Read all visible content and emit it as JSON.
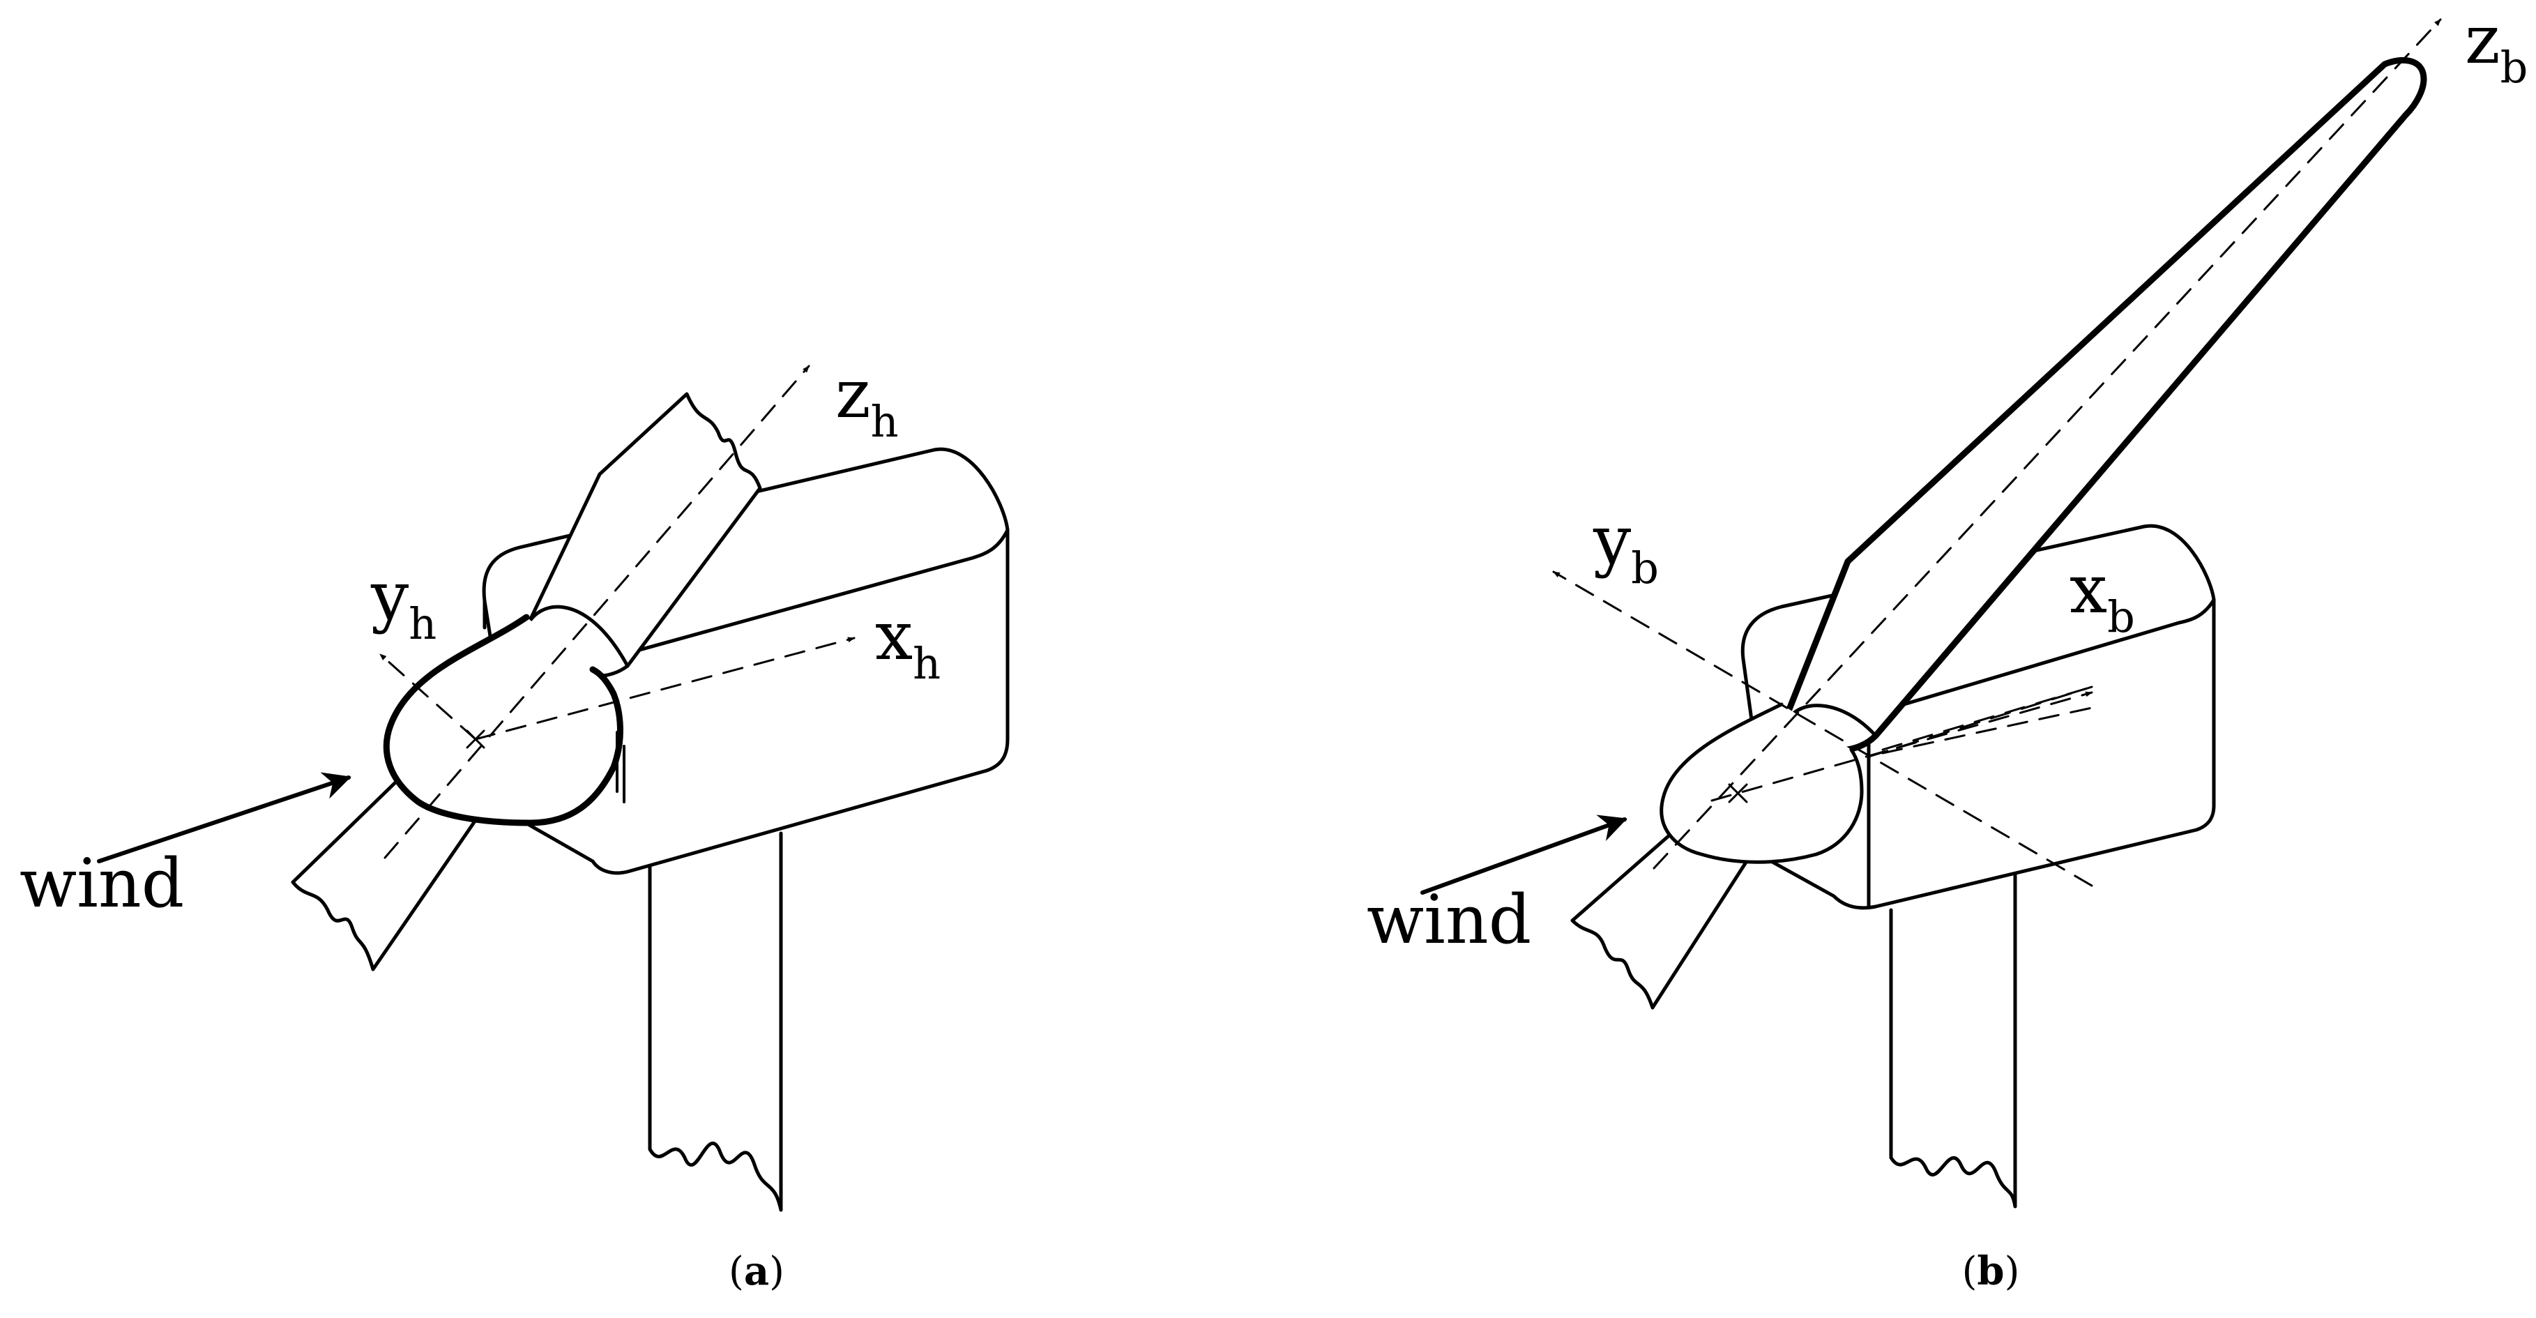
{
  "panels": [
    {
      "id": "a",
      "caption_letter": "a",
      "labels": {
        "wind": "wind",
        "x_axis": {
          "base": "x",
          "sub": "h"
        },
        "y_axis": {
          "base": "y",
          "sub": "h"
        },
        "z_axis": {
          "base": "z",
          "sub": "h"
        }
      }
    },
    {
      "id": "b",
      "caption_letter": "b",
      "labels": {
        "wind": "wind",
        "x_axis": {
          "base": "x",
          "sub": "b"
        },
        "y_axis": {
          "base": "y",
          "sub": "b"
        },
        "z_axis": {
          "base": "z",
          "sub": "b"
        }
      }
    }
  ],
  "caption_open": "(",
  "caption_close": ")"
}
